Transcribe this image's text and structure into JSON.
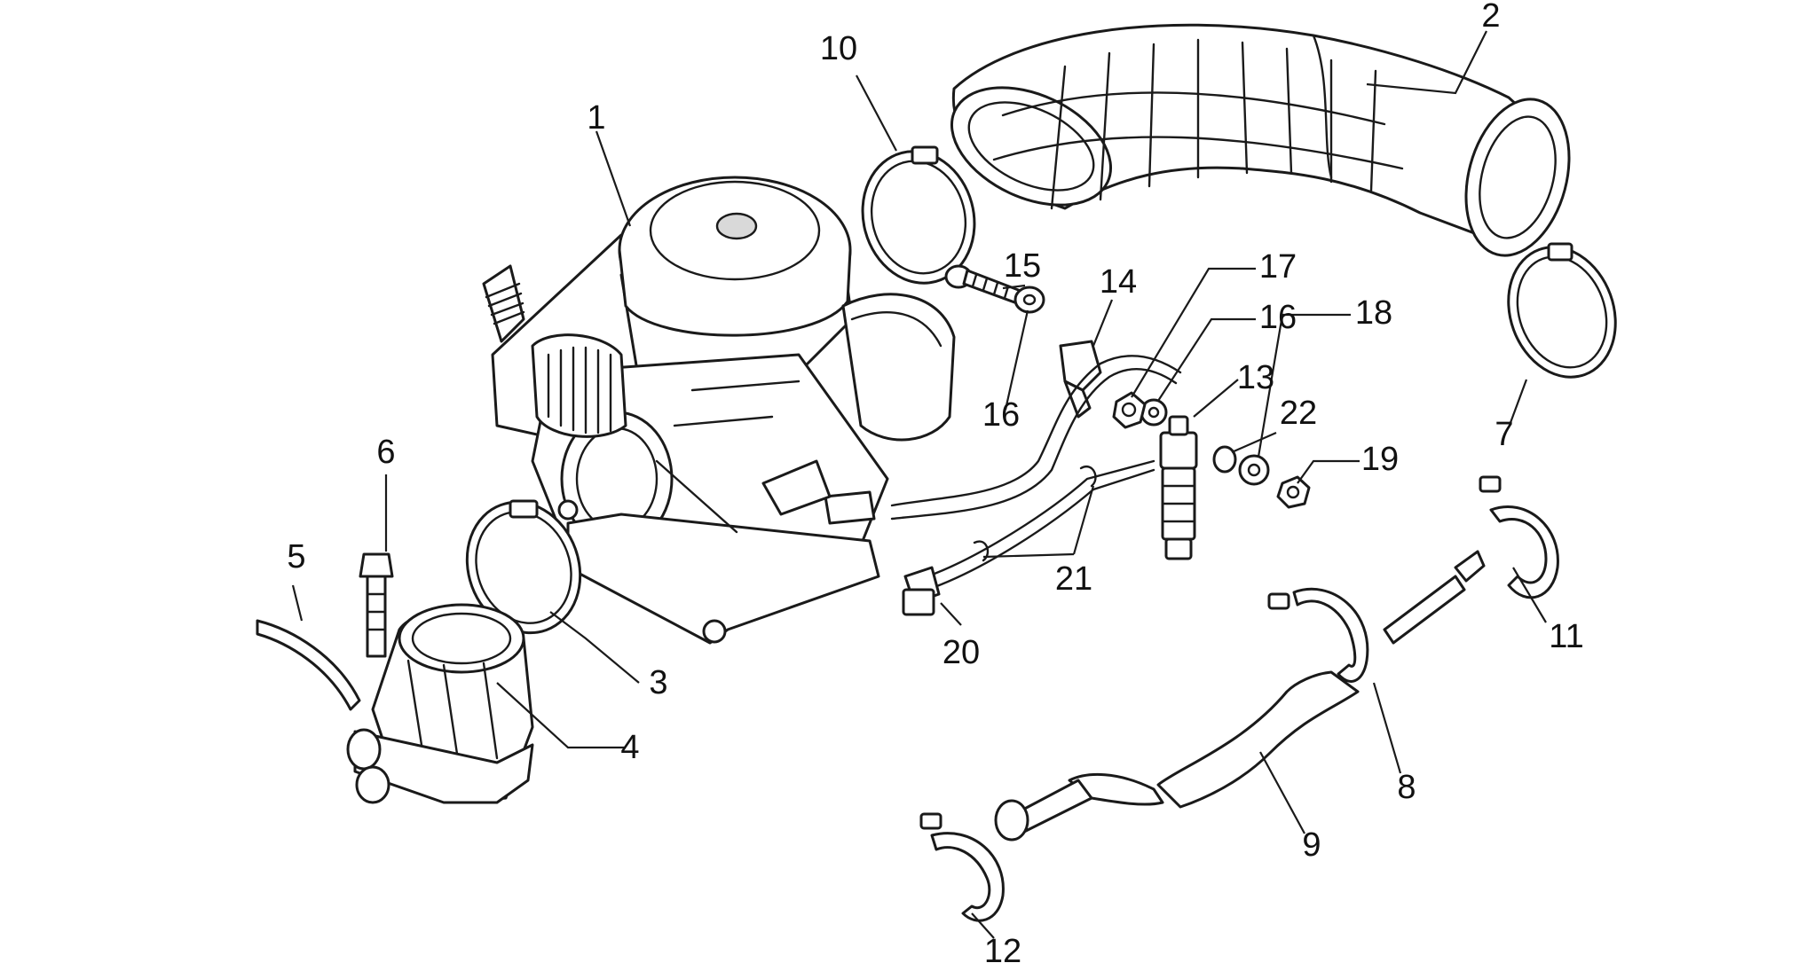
{
  "diagram": {
    "callouts": [
      {
        "id": "c1",
        "text": "1"
      },
      {
        "id": "c2",
        "text": "2"
      },
      {
        "id": "c3",
        "text": "3"
      },
      {
        "id": "c4",
        "text": "4"
      },
      {
        "id": "c5",
        "text": "5"
      },
      {
        "id": "c6",
        "text": "6"
      },
      {
        "id": "c7",
        "text": "7"
      },
      {
        "id": "c8",
        "text": "8"
      },
      {
        "id": "c9",
        "text": "9"
      },
      {
        "id": "c10",
        "text": "10"
      },
      {
        "id": "c11",
        "text": "11"
      },
      {
        "id": "c12",
        "text": "12"
      },
      {
        "id": "c13",
        "text": "13"
      },
      {
        "id": "c14",
        "text": "14"
      },
      {
        "id": "c15",
        "text": "15"
      },
      {
        "id": "c16a",
        "text": "16"
      },
      {
        "id": "c16b",
        "text": "16"
      },
      {
        "id": "c17",
        "text": "17"
      },
      {
        "id": "c18",
        "text": "18"
      },
      {
        "id": "c19",
        "text": "19"
      },
      {
        "id": "c20",
        "text": "20"
      },
      {
        "id": "c21",
        "text": "21"
      },
      {
        "id": "c22",
        "text": "22"
      }
    ]
  }
}
